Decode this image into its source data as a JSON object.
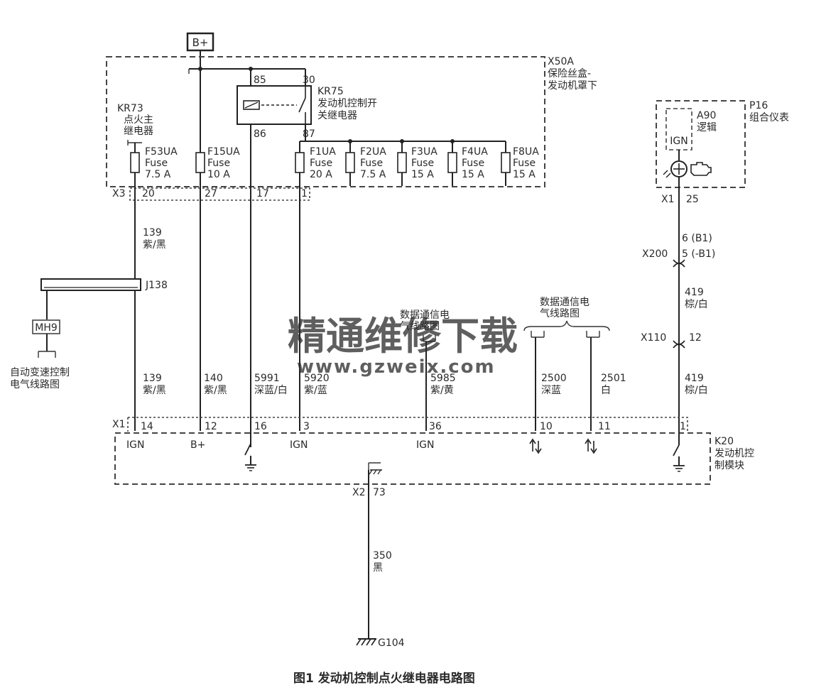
{
  "battery": "B+",
  "fusebox": {
    "id": "X50A",
    "name_line1": "保险丝盒-",
    "name_line2": "发动机罩下"
  },
  "kr73": {
    "id": "KR73",
    "line1": "点火主",
    "line2": "继电器"
  },
  "kr75": {
    "id": "KR75",
    "line1": "发动机控制开",
    "line2": "关继电器",
    "pin85": "85",
    "pin30": "30",
    "pin86": "86",
    "pin87": "87"
  },
  "fuses": [
    {
      "name": "F53UA",
      "type": "Fuse",
      "rating": "7.5 A"
    },
    {
      "name": "F15UA",
      "type": "Fuse",
      "rating": "10 A"
    },
    {
      "name": "F1UA",
      "type": "Fuse",
      "rating": "20 A"
    },
    {
      "name": "F2UA",
      "type": "Fuse",
      "rating": "7.5 A"
    },
    {
      "name": "F3UA",
      "type": "Fuse",
      "rating": "15 A"
    },
    {
      "name": "F4UA",
      "type": "Fuse",
      "rating": "15 A"
    },
    {
      "name": "F8UA",
      "type": "Fuse",
      "rating": "15 A"
    }
  ],
  "x3": {
    "id": "X3",
    "pins": [
      "20",
      "27",
      "17",
      "1"
    ]
  },
  "wire139_top": {
    "num": "139",
    "color": "紫/黑"
  },
  "j138": "J138",
  "mh9": "MH9",
  "tcm_ref": {
    "line1": "自动变速控制",
    "line2": "电气线路图"
  },
  "wires_mid": [
    {
      "num": "139",
      "color": "紫/黑"
    },
    {
      "num": "140",
      "color": "紫/黑"
    },
    {
      "num": "5991",
      "color": "深蓝/白"
    },
    {
      "num": "5920",
      "color": "紫/蓝"
    },
    {
      "num": "5985",
      "color": "紫/黄"
    },
    {
      "num": "2500",
      "color": "深蓝"
    },
    {
      "num": "2501",
      "color": "白"
    }
  ],
  "datacomm1": {
    "line1": "数据通信电",
    "line2": "气线路图"
  },
  "datacomm2": {
    "line1": "数据通信电",
    "line2": "气线路图"
  },
  "p16": {
    "id": "P16",
    "name": "组合仪表"
  },
  "a90": {
    "id": "A90",
    "name": "逻辑",
    "ign": "IGN"
  },
  "x1_top": {
    "id": "X1",
    "pin": "25"
  },
  "x200": {
    "id": "X200",
    "pin_a": "6 (B1)",
    "pin_b": "5 (-B1)"
  },
  "wire419_a": {
    "num": "419",
    "color": "棕/白"
  },
  "x110": {
    "id": "X110",
    "pin": "12"
  },
  "wire419_b": {
    "num": "419",
    "color": "棕/白"
  },
  "x1_ecm": {
    "id": "X1",
    "pins": [
      "14",
      "12",
      "16",
      "3",
      "36",
      "10",
      "11",
      "1"
    ]
  },
  "ecm_pin_labels": {
    "p14": "IGN",
    "p12": "B+",
    "p3": "IGN",
    "p36": "IGN"
  },
  "k20": {
    "id": "K20",
    "line1": "发动机控",
    "line2": "制模块"
  },
  "x2": {
    "id": "X2",
    "pin": "73"
  },
  "wire350": {
    "num": "350",
    "color": "黑"
  },
  "g104": "G104",
  "watermark": {
    "cn": "精通维修下载",
    "url": "www.gzweix.com"
  },
  "caption": "图1  发动机控制点火继电器电路图"
}
